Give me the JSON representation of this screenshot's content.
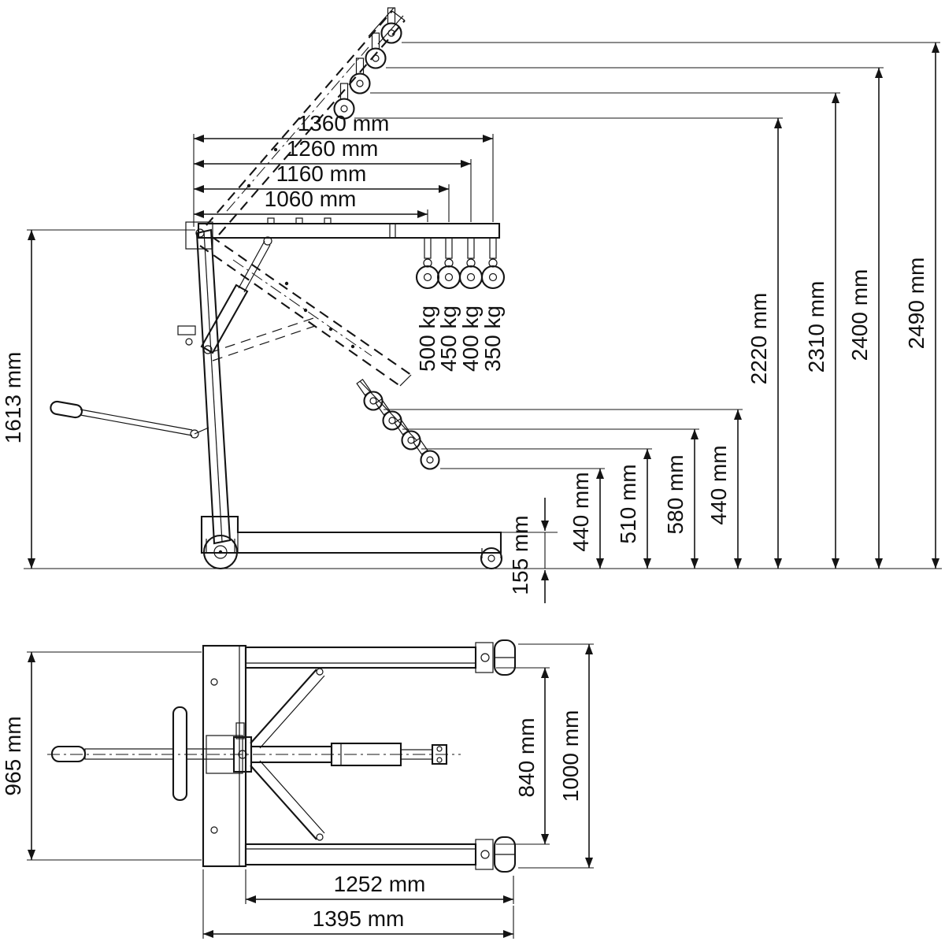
{
  "diagram": {
    "type": "technical-dimension-drawing",
    "subject": "folding workshop crane, side view and top view",
    "side": {
      "reach": [
        "1360 mm",
        "1260 mm",
        "1160 mm",
        "1060 mm"
      ],
      "capacity": [
        "500 kg",
        "450 kg",
        "400 kg",
        "350 kg"
      ],
      "heights": [
        "2220 mm",
        "2310 mm",
        "2400 mm",
        "2490 mm"
      ],
      "mast_height": "1613 mm",
      "low_heights": [
        "440 mm",
        "510 mm",
        "580 mm",
        "440 mm"
      ],
      "min_height": "155 mm"
    },
    "top": {
      "width": "965 mm",
      "inner_span": "840 mm",
      "overall_width": "1000 mm",
      "leg_length": "1252 mm",
      "overall_length": "1395 mm"
    }
  }
}
